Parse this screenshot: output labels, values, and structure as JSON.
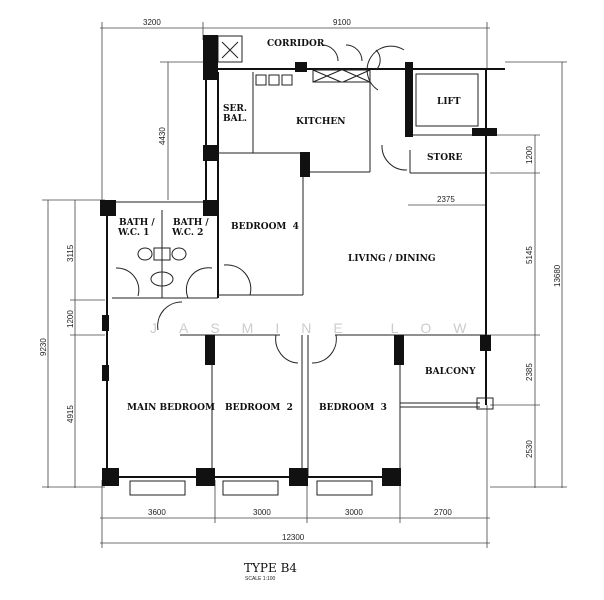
{
  "title": "TYPE B4",
  "scale": "SCALE 1:100",
  "watermark": "JASMINE LOW",
  "rooms": {
    "corridor": "CORRIDOR",
    "ser_bal_1": "SER.",
    "ser_bal_2": "BAL.",
    "kitchen": "KITCHEN",
    "lift": "LIFT",
    "store": "STORE",
    "bedroom4": "BEDROOM  4",
    "living": "LIVING / DINING",
    "bath1_1": "BATH /",
    "bath1_2": "W.C. 1",
    "bath2_1": "BATH /",
    "bath2_2": "W.C. 2",
    "main": "MAIN BEDROOM",
    "bedroom2": "BEDROOM  2",
    "bedroom3": "BEDROOM  3",
    "balcony": "BALCONY"
  },
  "dims": {
    "top_left": "3200",
    "top_right": "9100",
    "left_upper": "4430",
    "left_total": "9230",
    "left_bath": "3115",
    "left_mid": "1200",
    "left_bed": "4915",
    "store_w": "2375",
    "right_store": "1200",
    "right_living": "5145",
    "right_balcony": "2385",
    "right_lower": "2530",
    "right_total": "13680",
    "bot_main": "3600",
    "bot_bed2": "3000",
    "bot_bed3": "3000",
    "bot_bal": "2700",
    "bot_total": "12300"
  }
}
